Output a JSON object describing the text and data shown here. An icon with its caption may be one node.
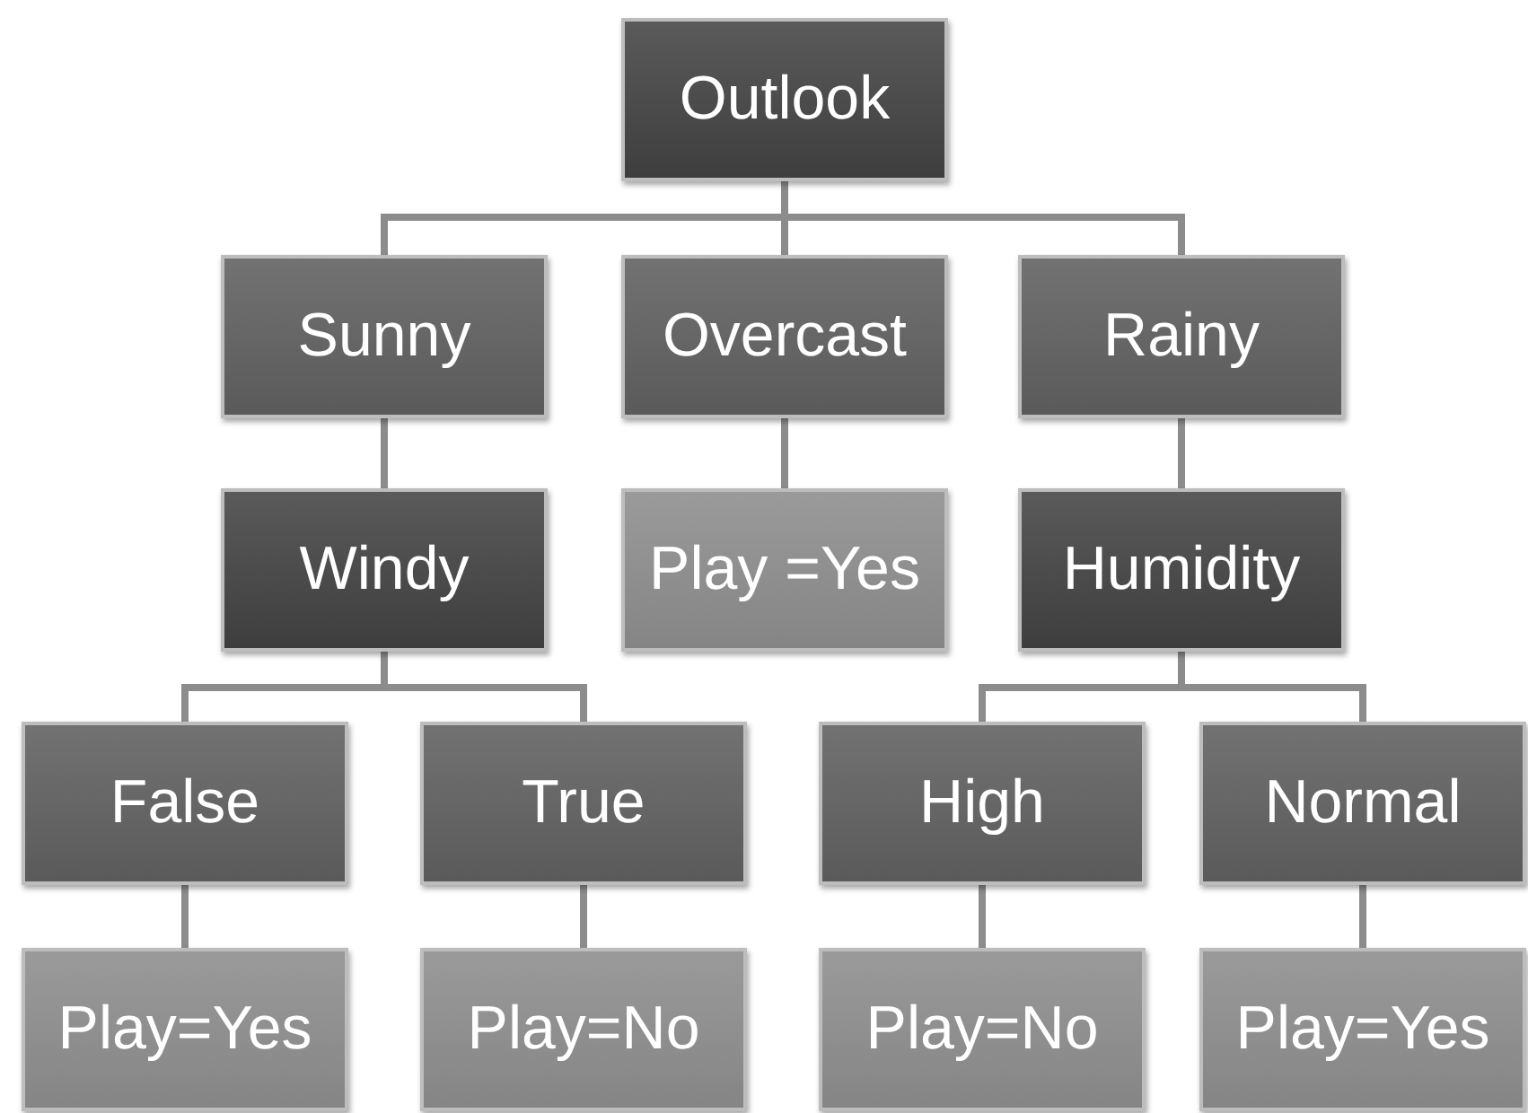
{
  "diagram": {
    "nodes": [
      {
        "text": [
          "Outlook"
        ]
      },
      {
        "text": [
          "Sunny"
        ]
      },
      {
        "text": [
          "Overcast"
        ]
      },
      {
        "text": [
          "Rainy"
        ]
      },
      {
        "text": [
          "Windy"
        ]
      },
      {
        "text": [
          "Play =Yes"
        ]
      },
      {
        "text": [
          "Humidity"
        ]
      },
      {
        "text": [
          "False"
        ]
      },
      {
        "text": [
          "True"
        ]
      },
      {
        "text": [
          "High"
        ]
      },
      {
        "text": [
          "Normal"
        ]
      },
      {
        "text": [
          "Play=Yes"
        ]
      },
      {
        "text": [
          "Play=No"
        ]
      },
      {
        "text": [
          "Play=No"
        ]
      },
      {
        "text": [
          "Play=Yes"
        ]
      }
    ],
    "edges": [
      {
        "from": 0,
        "to": 1,
        "arrow": "none"
      },
      {
        "from": 0,
        "to": 2,
        "arrow": "none"
      },
      {
        "from": 0,
        "to": 3,
        "arrow": "none"
      },
      {
        "from": 1,
        "to": 4,
        "arrow": "none"
      },
      {
        "from": 2,
        "to": 5,
        "arrow": "none"
      },
      {
        "from": 3,
        "to": 6,
        "arrow": "none"
      },
      {
        "from": 4,
        "to": 7,
        "arrow": "none"
      },
      {
        "from": 4,
        "to": 8,
        "arrow": "none"
      },
      {
        "from": 6,
        "to": 9,
        "arrow": "none"
      },
      {
        "from": 6,
        "to": 10,
        "arrow": "none"
      },
      {
        "from": 7,
        "to": 11,
        "arrow": "none"
      },
      {
        "from": 8,
        "to": 12,
        "arrow": "none"
      },
      {
        "from": 9,
        "to": 13,
        "arrow": "none"
      },
      {
        "from": 10,
        "to": 14,
        "arrow": "none"
      }
    ]
  }
}
